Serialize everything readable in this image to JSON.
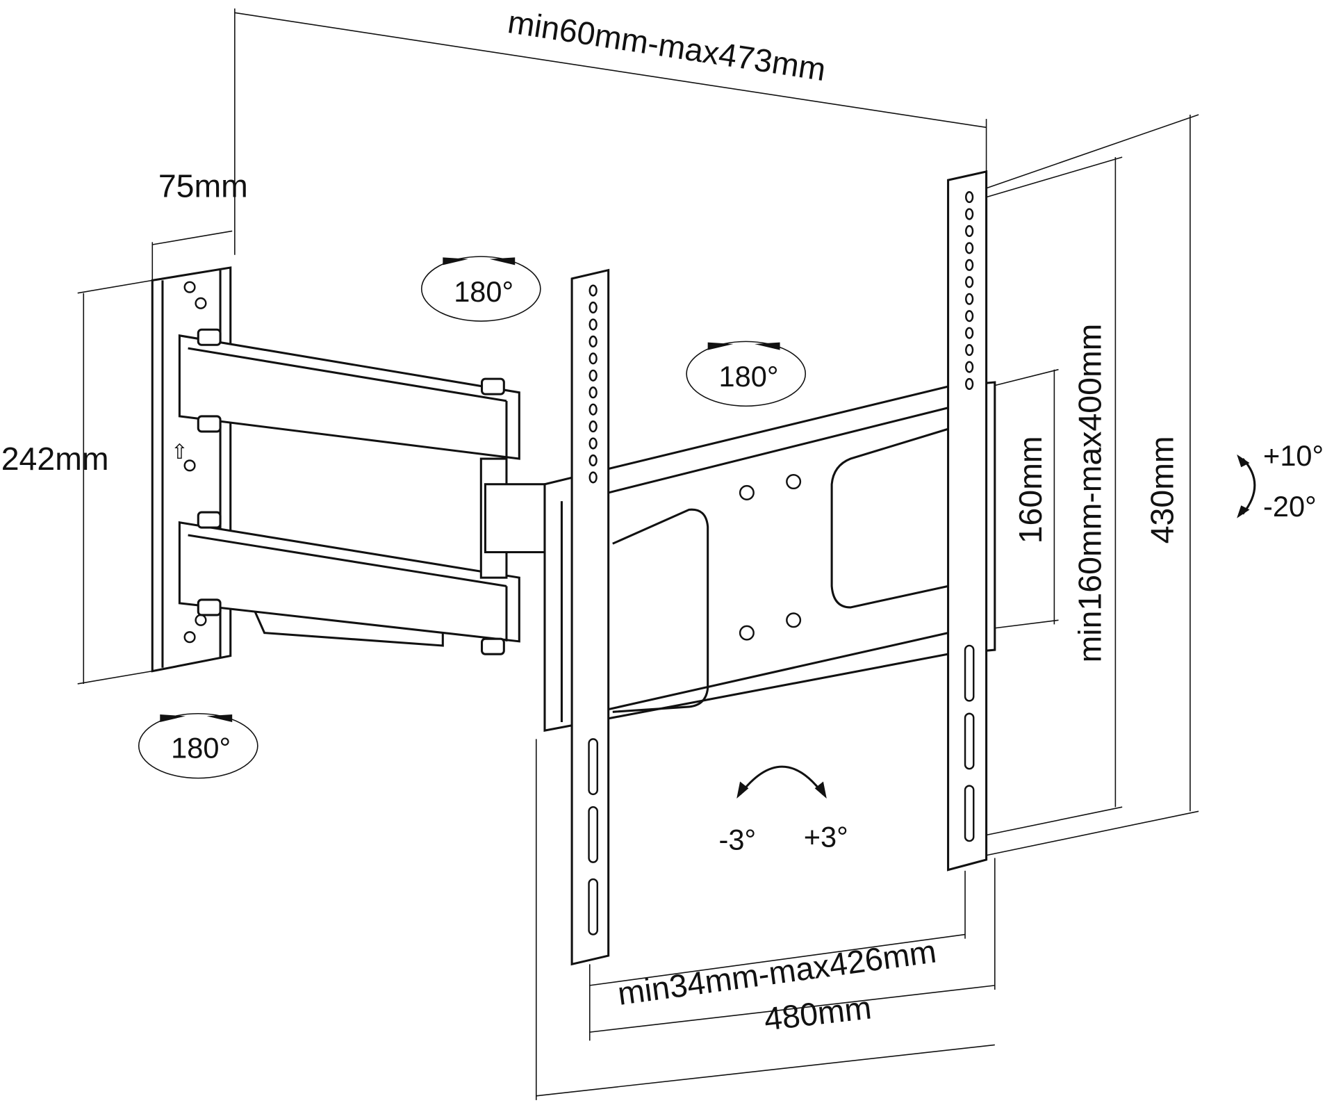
{
  "title": "TV wall mount dimension diagram",
  "dimensions": {
    "vesa_horizontal_range": "min60mm-max473mm",
    "wall_plate_width": "75mm",
    "wall_plate_height": "242mm",
    "vesa_vertical_range": "min160mm-max400mm",
    "tv_plate_height": "160mm",
    "bracket_height": "430mm",
    "wall_distance_range": "min34mm-max426mm",
    "tv_plate_width": "480mm"
  },
  "rotations": {
    "arm_swivel_top": "180°",
    "arm_swivel_middle": "180°",
    "wall_swivel": "180°",
    "tilt_up": "+10°",
    "tilt_down": "-20°",
    "level_left": "-3°",
    "level_right": "+3°"
  }
}
